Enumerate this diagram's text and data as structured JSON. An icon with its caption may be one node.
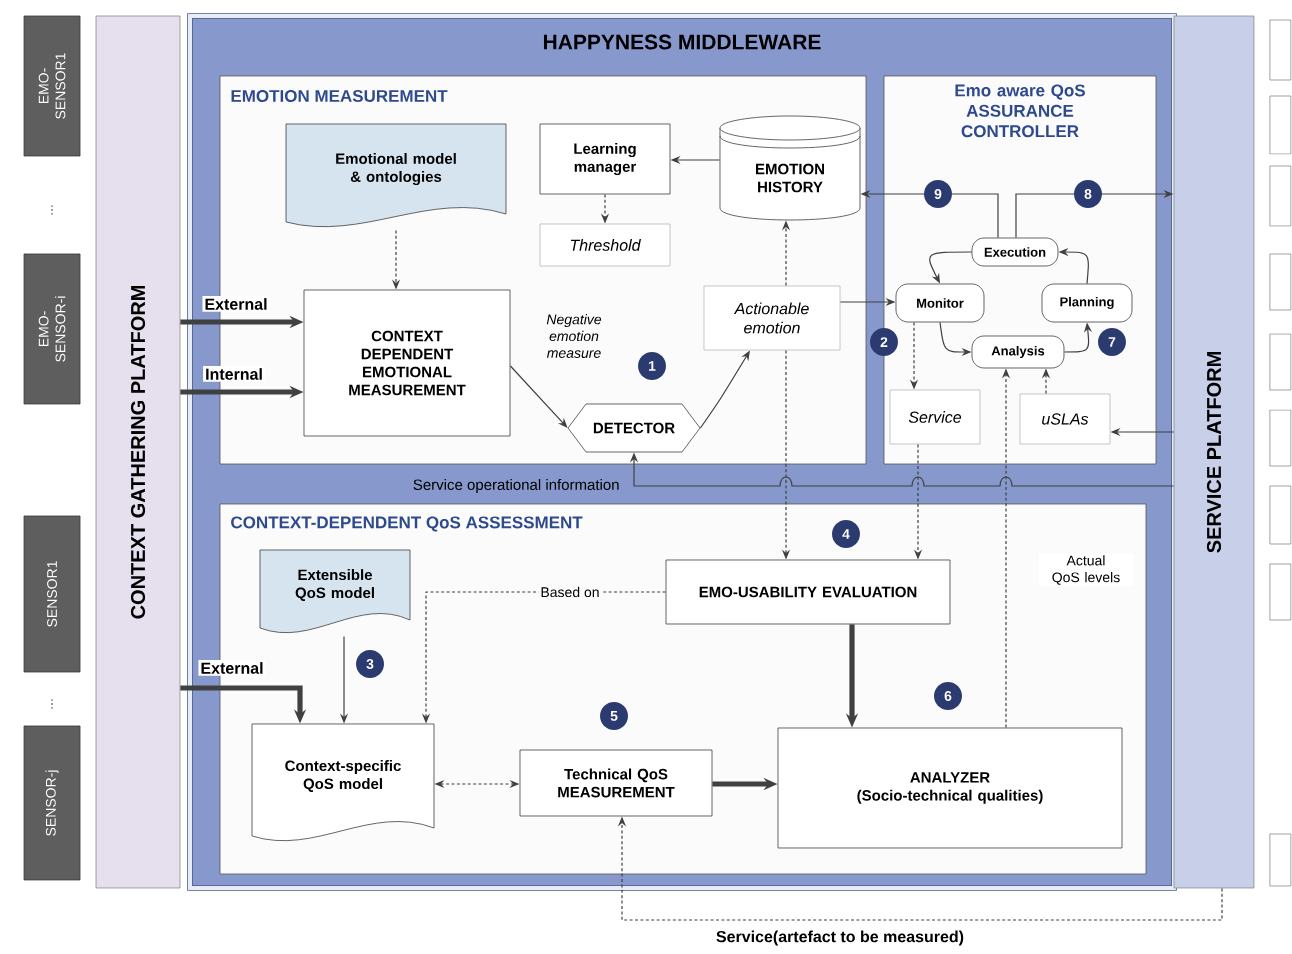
{
  "diagram": {
    "nodes": [
      {
        "text": [
          "EMO-SENSOR1"
        ]
      },
      {
        "text": [
          "EMO-SENSOR-i"
        ]
      },
      {
        "text": [
          "SENSOR1"
        ]
      },
      {
        "text": [
          "SENSOR-j"
        ]
      },
      {
        "text": [
          "CONTEXT GATHERING PLATFORM"
        ]
      },
      {
        "text": [
          "HAPPYNESS MIDDLEWARE"
        ]
      },
      {
        "text": [
          "SERVICE PLATFORM"
        ]
      },
      {
        "text": [
          "EMOTION MEASUREMENT"
        ],
        "in": 5
      },
      {
        "text": [
          "Emo aware QoS ASSURANCE CONTROLLER"
        ],
        "in": 5
      },
      {
        "text": [
          "CONTEXT-DEPENDENT QoS ASSESSMENT"
        ],
        "in": 5
      },
      {
        "text": [
          "Emotional model & ontologies"
        ],
        "in": 7
      },
      {
        "text": [
          "Learning manager"
        ],
        "in": 7
      },
      {
        "text": [
          "Threshold"
        ],
        "in": 7
      },
      {
        "text": [
          "EMOTION HISTORY"
        ],
        "in": 7
      },
      {
        "text": [
          "CONTEXT DEPENDENT EMOTIONAL MEASUREMENT"
        ],
        "in": 7
      },
      {
        "text": [
          "DETECTOR"
        ],
        "in": 7
      },
      {
        "text": [
          "Actionable emotion"
        ],
        "in": 7
      },
      {
        "text": [
          "Execution"
        ],
        "in": 8
      },
      {
        "text": [
          "Monitor"
        ],
        "in": 8
      },
      {
        "text": [
          "Planning"
        ],
        "in": 8
      },
      {
        "text": [
          "Analysis"
        ],
        "in": 8
      },
      {
        "text": [
          "Service"
        ],
        "in": 8
      },
      {
        "text": [
          "uSLAs"
        ],
        "in": 8
      },
      {
        "text": [
          "Extensible QoS model"
        ],
        "in": 9
      },
      {
        "text": [
          "EMO-USABILITY EVALUATION"
        ],
        "in": 9
      },
      {
        "text": [
          "Context-specific QoS model"
        ],
        "in": 9
      },
      {
        "text": [
          "Technical QoS MEASUREMENT"
        ],
        "in": 9
      },
      {
        "text": [
          "ANALYZER",
          "(Socio-technical qualities)"
        ],
        "in": 9
      },
      {
        "text": [],
        "shape": "box"
      },
      {
        "text": [],
        "shape": "box"
      },
      {
        "text": [],
        "shape": "box"
      },
      {
        "text": [],
        "shape": "box"
      },
      {
        "text": [],
        "shape": "box"
      },
      {
        "text": [],
        "shape": "box"
      },
      {
        "text": [],
        "shape": "box"
      },
      {
        "text": [],
        "shape": "box"
      },
      {
        "text": [],
        "shape": "box"
      }
    ],
    "edges": [
      {
        "from": 4,
        "to": 14,
        "arrow": "to",
        "style": "thick",
        "label": "External"
      },
      {
        "from": 4,
        "to": 14,
        "arrow": "to",
        "style": "thick",
        "label": "Internal"
      },
      {
        "from": 4,
        "to": 25,
        "arrow": "to",
        "style": "thick",
        "label": "External"
      },
      {
        "from": 10,
        "to": 14,
        "arrow": "to",
        "style": "dashed"
      },
      {
        "from": 11,
        "to": 12,
        "arrow": "to",
        "style": "dashed"
      },
      {
        "from": 13,
        "to": 11,
        "arrow": "to"
      },
      {
        "from": 14,
        "to": 15,
        "arrow": "to",
        "label": "Negative emotion measure"
      },
      {
        "from": 15,
        "to": 16,
        "arrow": "to"
      },
      {
        "from": 16,
        "to": 13,
        "arrow": "to",
        "style": "dashed"
      },
      {
        "from": 16,
        "to": 18,
        "arrow": "to"
      },
      {
        "from": 17,
        "to": 13,
        "arrow": "to"
      },
      {
        "from": 17,
        "to": 6,
        "arrow": "to"
      },
      {
        "from": 17,
        "to": 18,
        "arrow": "to"
      },
      {
        "from": 18,
        "to": 20,
        "arrow": "to"
      },
      {
        "from": 20,
        "to": 19,
        "arrow": "to"
      },
      {
        "from": 19,
        "to": 17,
        "arrow": "to"
      },
      {
        "from": 18,
        "to": 21,
        "arrow": "to",
        "style": "dashed"
      },
      {
        "from": 22,
        "to": 20,
        "arrow": "to",
        "style": "dashed"
      },
      {
        "from": 6,
        "to": 22,
        "arrow": "to"
      },
      {
        "from": 6,
        "to": 15,
        "arrow": "to",
        "label": "Service operational information"
      },
      {
        "from": 16,
        "to": 24,
        "arrow": "to",
        "style": "dashed"
      },
      {
        "from": 21,
        "to": 24,
        "arrow": "to",
        "style": "dashed"
      },
      {
        "from": 27,
        "to": 20,
        "arrow": "to",
        "style": "dashed",
        "label": "Actual QoS levels"
      },
      {
        "from": 24,
        "to": 27,
        "arrow": "to",
        "style": "thick"
      },
      {
        "from": 23,
        "to": 25,
        "arrow": "to"
      },
      {
        "from": 24,
        "to": 25,
        "arrow": "to",
        "style": "dashed",
        "label": "Based on"
      },
      {
        "from": 25,
        "to": 26,
        "arrow": "both",
        "style": "dashed"
      },
      {
        "from": 26,
        "to": 27,
        "arrow": "to",
        "style": "thick"
      },
      {
        "from": 6,
        "to": 26,
        "arrow": "to",
        "style": "dashed",
        "label": "Service(artefact to be measured)"
      }
    ],
    "labels": [
      "...",
      "...",
      "9",
      "8",
      "2",
      "7",
      "1",
      "4",
      "3",
      "6",
      "5"
    ]
  }
}
